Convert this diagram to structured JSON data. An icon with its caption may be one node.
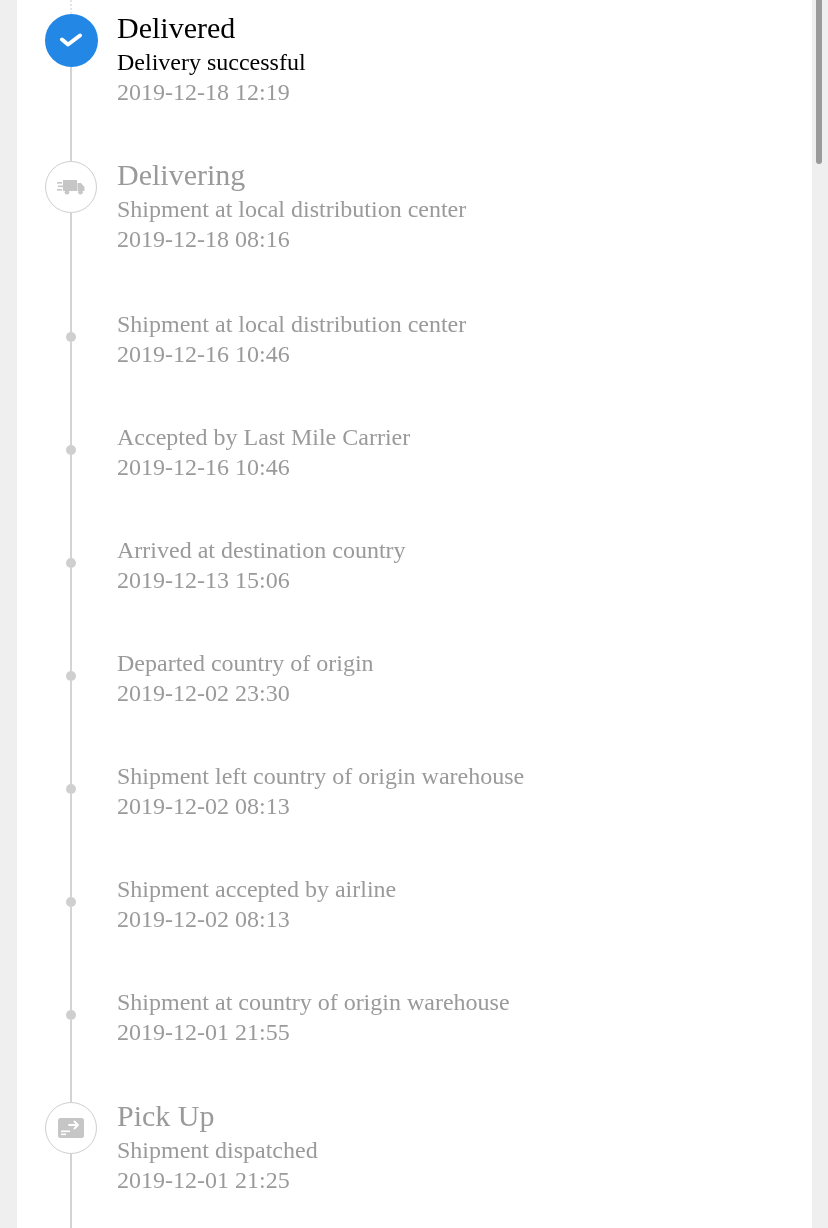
{
  "diagram": {
    "nodes": [
      {
        "text": [],
        "shape": "circle",
        "beside": [
          "Delivered",
          "Delivery successful",
          "2019-12-18 12:19"
        ]
      },
      {
        "text": [],
        "shape": "circle",
        "beside": [
          "Delivering",
          "Shipment at local distribution center",
          "2019-12-18 08:16"
        ]
      },
      {
        "text": [],
        "shape": "circle",
        "beside": [
          "Shipment at local distribution center",
          "2019-12-16 10:46"
        ]
      },
      {
        "text": [],
        "shape": "circle",
        "beside": [
          "Accepted by Last Mile Carrier",
          "2019-12-16 10:46"
        ]
      },
      {
        "text": [],
        "shape": "circle",
        "beside": [
          "Arrived at destination country",
          "2019-12-13 15:06"
        ]
      },
      {
        "text": [],
        "shape": "circle",
        "beside": [
          "Departed country of origin",
          "2019-12-02 23:30"
        ]
      },
      {
        "text": [],
        "shape": "circle",
        "beside": [
          "Shipment left country of origin warehouse",
          "2019-12-02 08:13"
        ]
      },
      {
        "text": [],
        "shape": "circle",
        "beside": [
          "Shipment accepted by airline",
          "2019-12-02 08:13"
        ]
      },
      {
        "text": [],
        "shape": "circle",
        "beside": [
          "Shipment at country of origin warehouse",
          "2019-12-01 21:55"
        ]
      },
      {
        "text": [],
        "shape": "circle",
        "beside": [
          "Pick Up",
          "Shipment dispatched",
          "2019-12-01 21:25"
        ]
      }
    ],
    "edges": [
      {
        "from": null,
        "to": 0,
        "arrow": "none",
        "style": "dashed"
      },
      {
        "from": 0,
        "to": 1,
        "arrow": "none"
      },
      {
        "from": 1,
        "to": 2,
        "arrow": "none"
      },
      {
        "from": 2,
        "to": 3,
        "arrow": "none"
      },
      {
        "from": 3,
        "to": 4,
        "arrow": "none"
      },
      {
        "from": 4,
        "to": 5,
        "arrow": "none"
      },
      {
        "from": 5,
        "to": 6,
        "arrow": "none"
      },
      {
        "from": 6,
        "to": 7,
        "arrow": "none"
      },
      {
        "from": 7,
        "to": 8,
        "arrow": "none"
      },
      {
        "from": 8,
        "to": 9,
        "arrow": "none"
      },
      {
        "from": 9,
        "to": null,
        "arrow": "none"
      }
    ]
  }
}
